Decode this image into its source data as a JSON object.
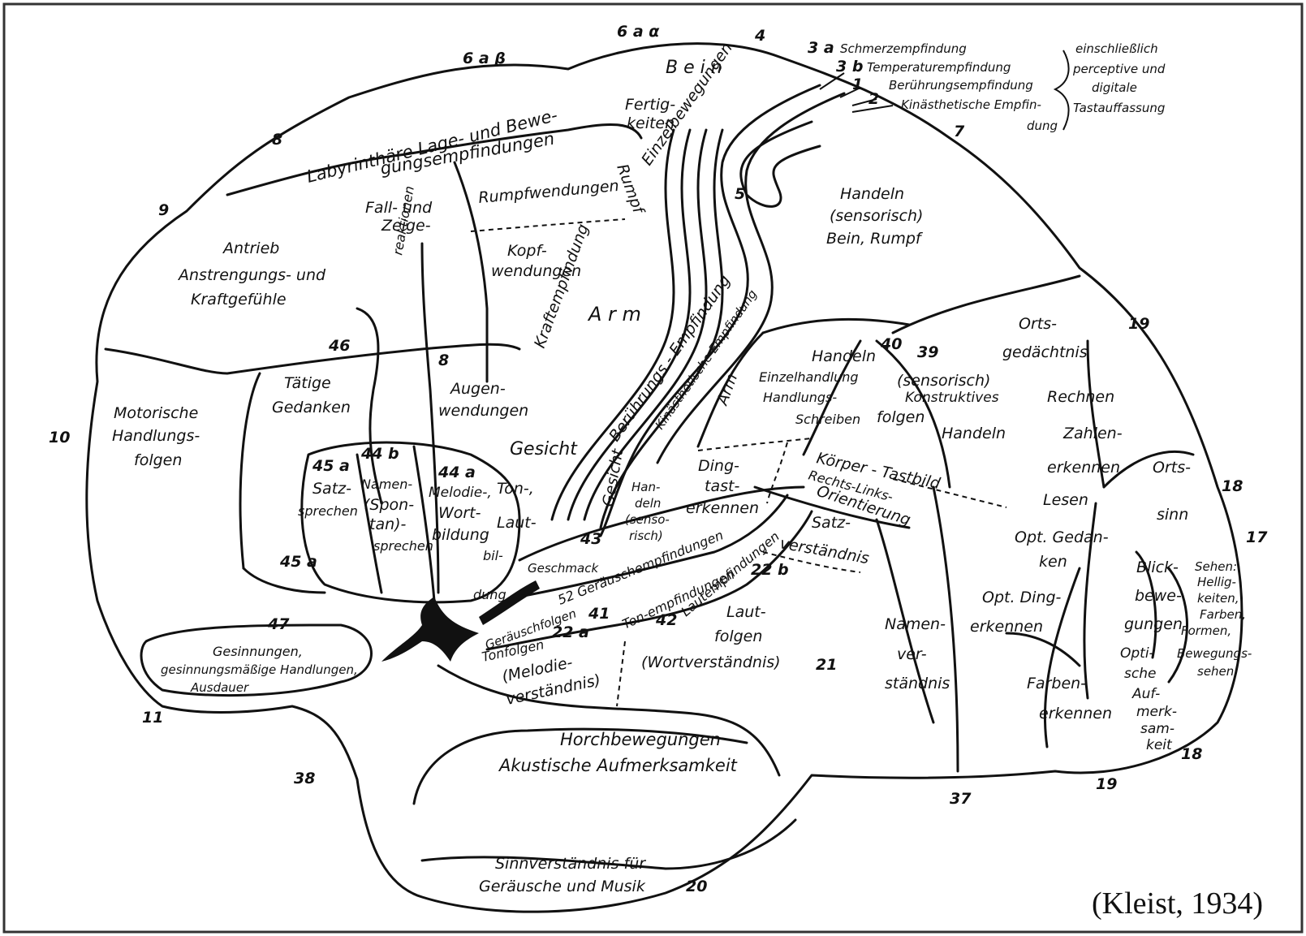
{
  "labels": {
    "l_6ab": "6 a β",
    "l_6aa": "6 a α",
    "l_4": "4",
    "l_8top": "8",
    "l_9": "9",
    "l_10": "10",
    "l_11": "11",
    "l_38": "38",
    "l_20": "20",
    "l_37": "37",
    "l_19b": "19",
    "l_18b": "18",
    "l_17": "17",
    "l_18r": "18",
    "l_19r": "19",
    "l_7": "7",
    "l_3a": "3 a",
    "l_3b": "3 b",
    "l_1": "1",
    "l_2": "2",
    "l_schmerz": "Schmerzempfindung",
    "l_temp": "Temperaturempfindung",
    "l_beruehr": "Berührungsempfindung",
    "l_kinaes_1": "Kinästhetische Empfin-",
    "l_kinaes_2": "dung",
    "l_einschl_1": "einschließlich",
    "l_einschl_2": "perceptive und",
    "l_einschl_3": "digitale",
    "l_einschl_4": "Tastauffassung",
    "l_bein": "B e i n",
    "l_fertig_1": "Fertig-",
    "l_fertig_2": "keiten",
    "l_einzel": "Einzelbewegungen",
    "l_rumpf": "Rumpf",
    "l_laby_1": "Labyrinthäre Lage- und Bewe-",
    "l_laby_2": "gungsempfindungen",
    "l_fall_1": "Fall- und",
    "l_fall_2": "Zeige-",
    "l_fall_3": "reaktionen",
    "l_rumpfw": "Rumpfwendungen",
    "l_kopf_1": "Kopf-",
    "l_kopf_2": "wendungen",
    "l_kraftemp": "Kraftempfindung",
    "l_arm": "A r m",
    "l_5": "5",
    "l_handeln_1": "Handeln",
    "l_handeln_2": "(sensorisch)",
    "l_handeln_3": "Bein, Rumpf",
    "l_antrieb_1": "Antrieb",
    "l_antrieb_2": "Anstrengungs- und",
    "l_antrieb_3": "Kraftgefühle",
    "l_46": "46",
    "l_taetig_1": "Tätige",
    "l_taetig_2": "Gedanken",
    "l_8mid": "8",
    "l_augen_1": "Augen-",
    "l_augen_2": "wendungen",
    "l_motor_1": "Motorische",
    "l_motor_2": "Handlungs-",
    "l_motor_3": "folgen",
    "l_45a": "45 a",
    "l_satz_1": "Satz-",
    "l_satz_2": "sprechen",
    "l_44b": "44 b",
    "l_namen_1": "Namen-",
    "l_namen_2": "(Spon-",
    "l_namen_3": "tan)-",
    "l_namen_4": "sprechen",
    "l_44a": "44 a",
    "l_melod_1": "Melodie-,",
    "l_melod_2": "Wort-",
    "l_melod_3": "bildung",
    "l_gesicht": "Gesicht",
    "l_tonlaut_1": "Ton-,",
    "l_tonlaut_2": "Laut-",
    "l_tonlaut_3": "bil-",
    "l_tonlaut_4": "dung",
    "l_45a2": "45 a",
    "l_47": "47",
    "l_gesinn_1": "Gesinnungen,",
    "l_gesinn_2": "gesinnungsmäßige Handlungen,",
    "l_gesinn_3": "Ausdauer",
    "l_beruehr_emp": "Berührungs - Empfindung",
    "l_kinaes_emp": "Kinästhetische Empfindung",
    "l_arm2": "Arm",
    "l_40": "40",
    "l_39": "39",
    "l_handeln2_1": "Handeln",
    "l_handeln2_2": "(sensorisch)",
    "l_einzelh_1": "Einzelhandlung",
    "l_einzelh_2": "Handlungs-",
    "l_einzelh_3": "folgen",
    "l_schreiben": "Schreiben",
    "l_konstr_1": "Konstruktives",
    "l_konstr_2": "Handeln",
    "l_gesicht2": "Gesicht",
    "l_handeln3_1": "Han-",
    "l_handeln3_2": "deln",
    "l_handeln3_3": "(senso-",
    "l_handeln3_4": "risch)",
    "l_ding_1": "Ding-",
    "l_ding_2": "tast-",
    "l_ding_3": "erkennen",
    "l_koerper": "Körper - Tastbild",
    "l_rechts": "Rechts-Links-",
    "l_orient": "Orientierung",
    "l_43": "43",
    "l_geschmack": "Geschmack",
    "l_satzv_1": "Satz-",
    "l_satzv_2": "verständnis",
    "l_geraeusch_emp": "52 Geräuschempfindungen",
    "l_geraeuschf": "Geräuschfolgen",
    "l_ton_emp": "Ton-empfindungen",
    "l_laut_emp": "Lautempfindungen",
    "l_41": "41",
    "l_42": "42",
    "l_22b": "22 b",
    "l_22a": "22 a",
    "l_tonfolg_1": "Tonfolgen",
    "l_tonfolg_2": "(Melodie-",
    "l_tonfolg_3": "verständnis)",
    "l_lautf_1": "Laut-",
    "l_lautf_2": "folgen",
    "l_lautf_3": "(Wortverständnis)",
    "l_21": "21",
    "l_namenv_1": "Namen-",
    "l_namenv_2": "ver-",
    "l_namenv_3": "ständnis",
    "l_orts_1": "Orts-",
    "l_orts_2": "gedächtnis",
    "l_rechnen": "Rechnen",
    "l_zahlen_1": "Zahlen-",
    "l_zahlen_2": "erkennen",
    "l_lesen": "Lesen",
    "l_optged_1": "Opt. Gedan-",
    "l_optged_2": "ken",
    "l_optding_1": "Opt. Ding-",
    "l_optding_2": "erkennen",
    "l_farben_1": "Farben-",
    "l_farben_2": "erkennen",
    "l_ortss_1": "Orts-",
    "l_ortss_2": "sinn",
    "l_blick_1": "Blick-",
    "l_blick_2": "bewe-",
    "l_blick_3": "gungen",
    "l_sehen_1": "Sehen:",
    "l_sehen_2": "Hellig-",
    "l_sehen_3": "keiten,",
    "l_sehen_4": "Farben,",
    "l_sehen_5": "Formen,",
    "l_bewsehen_1": "Bewegungs-",
    "l_bewsehen_2": "sehen",
    "l_optaufm_1": "Opti-",
    "l_optaufm_2": "sche",
    "l_optaufm_3": "Auf-",
    "l_optaufm_4": "merk-",
    "l_optaufm_5": "sam-",
    "l_optaufm_6": "keit",
    "l_horch_1": "Horchbewegungen",
    "l_horch_2": "Akustische Aufmerksamkeit",
    "l_sinn_1": "Sinnverständnis für",
    "l_sinn_2": "Geräusche und Musik"
  },
  "citation": "(Kleist, 1934)"
}
